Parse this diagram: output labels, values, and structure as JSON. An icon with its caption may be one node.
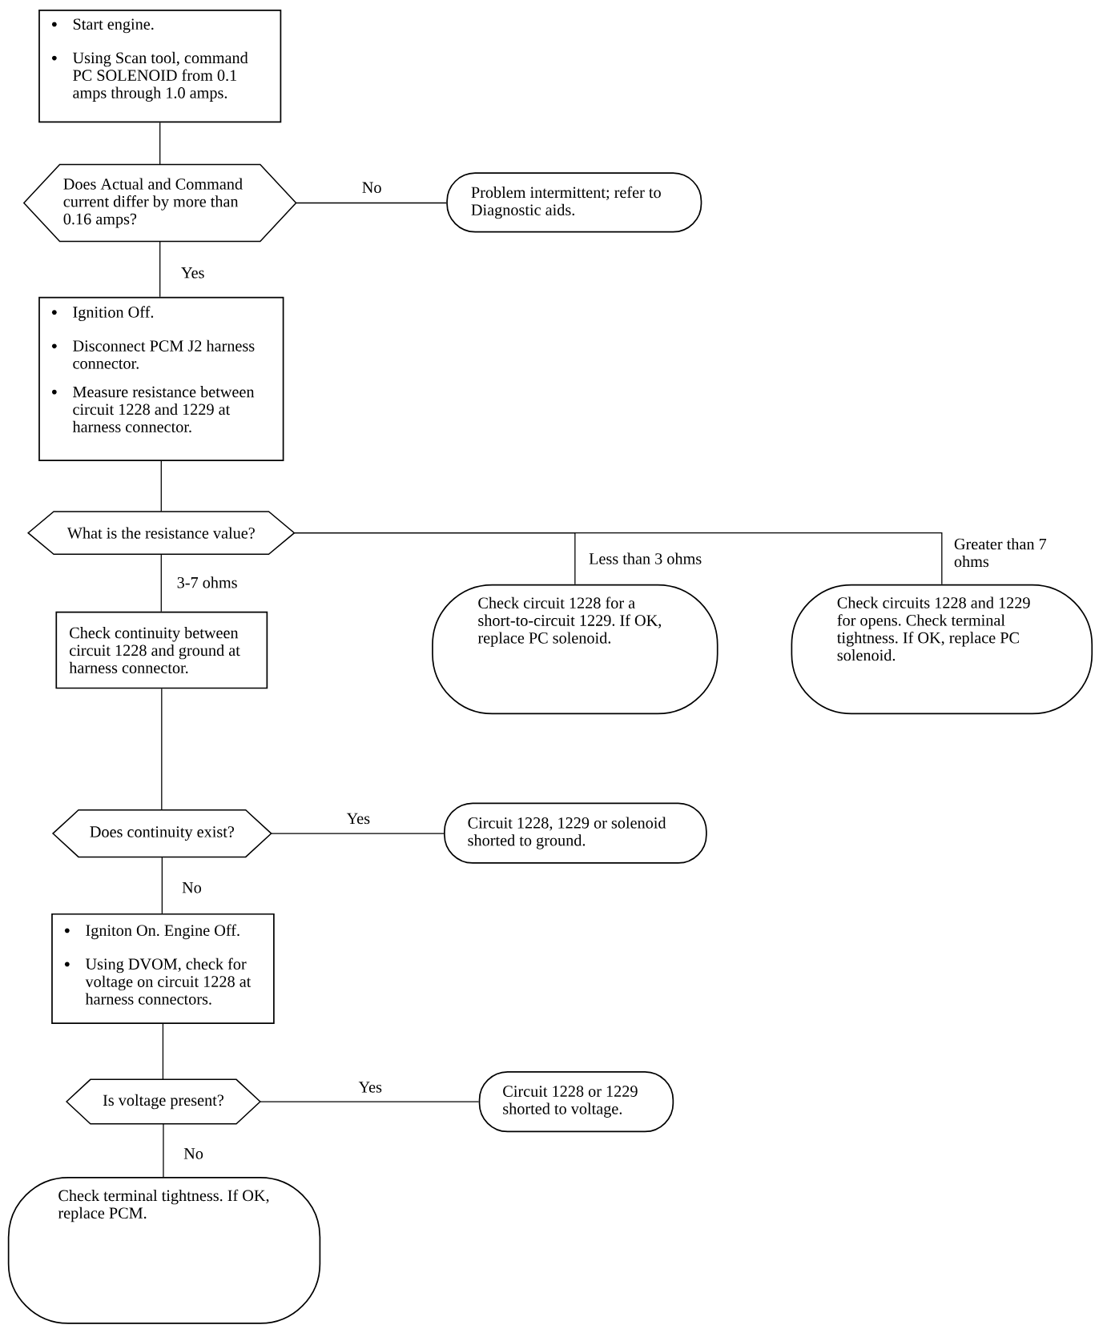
{
  "diagram": {
    "nodes": [
      {
        "text": [
          "Start engine.",
          "Using Scan tool, command PC SOLENOID from 0.1 amps through 1.0 amps."
        ]
      },
      {
        "text": [
          "Does Actual and Command current differ by more than 0.16 amps?"
        ]
      },
      {
        "text": [
          "Problem intermittent; refer to Diagnostic aids."
        ]
      },
      {
        "text": [
          "Ignition Off.",
          "Disconnect PCM J2 harness connector.",
          "Measure resistance between circuit 1228 and 1229 at harness connector."
        ]
      },
      {
        "text": [
          "What is the resistance value?"
        ]
      },
      {
        "text": [
          "Check continuity between circuit 1228 and ground at harness connector."
        ]
      },
      {
        "text": [
          "Check circuit 1228 for a short-to-circuit 1229. If OK, replace PC solenoid."
        ]
      },
      {
        "text": [
          "Check circuits 1228 and 1229 for opens. Check terminal tightness. If OK, replace PC solenoid."
        ]
      },
      {
        "text": [
          "Does continuity exist?"
        ]
      },
      {
        "text": [
          "Circuit 1228, 1229 or solenoid shorted to ground."
        ]
      },
      {
        "text": [
          "Igniton On. Engine Off.",
          "Using DVOM, check for voltage on circuit 1228 at harness connectors."
        ]
      },
      {
        "text": [
          "Is voltage present?"
        ]
      },
      {
        "text": [
          "Circuit 1228 or 1229 shorted to voltage."
        ]
      },
      {
        "text": [
          "Check terminal tightness. If OK, replace PCM."
        ]
      }
    ],
    "edges": [
      {
        "from": 0,
        "to": 1,
        "arrow": "none"
      },
      {
        "from": 1,
        "to": 2,
        "arrow": "none",
        "label": "No"
      },
      {
        "from": 1,
        "to": 3,
        "arrow": "none",
        "label": "Yes"
      },
      {
        "from": 3,
        "to": 4,
        "arrow": "none"
      },
      {
        "from": 4,
        "to": 5,
        "arrow": "none",
        "label": "3-7 ohms"
      },
      {
        "from": 4,
        "to": 6,
        "arrow": "none",
        "label": "Less than 3 ohms"
      },
      {
        "from": 4,
        "to": 7,
        "arrow": "none",
        "label": "Greater than 7 ohms"
      },
      {
        "from": 5,
        "to": 8,
        "arrow": "none"
      },
      {
        "from": 8,
        "to": 9,
        "arrow": "none",
        "label": "Yes"
      },
      {
        "from": 8,
        "to": 10,
        "arrow": "none",
        "label": "No"
      },
      {
        "from": 10,
        "to": 11,
        "arrow": "none"
      },
      {
        "from": 11,
        "to": 12,
        "arrow": "none",
        "label": "Yes"
      },
      {
        "from": 11,
        "to": 13,
        "arrow": "none",
        "label": "No"
      }
    ]
  }
}
